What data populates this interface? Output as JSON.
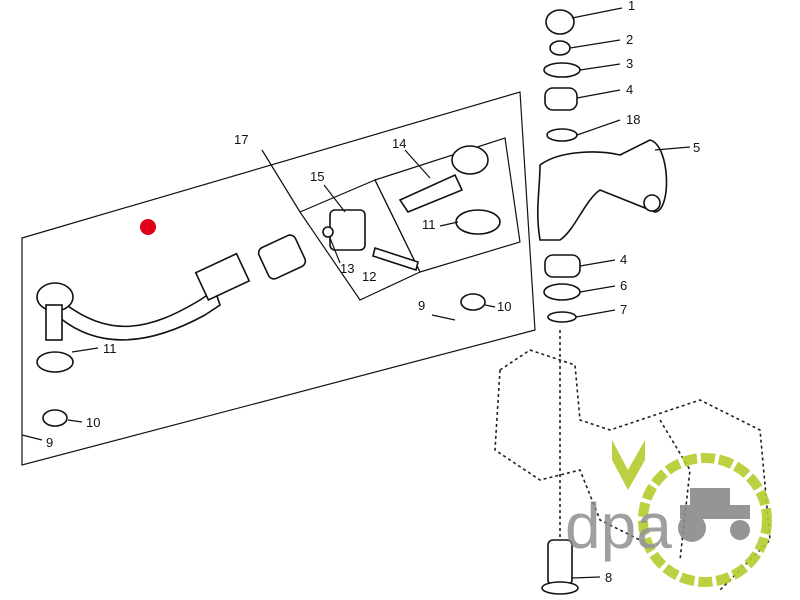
{
  "diagram": {
    "callouts": {
      "c1": "1",
      "c2": "2",
      "c3": "3",
      "c4a": "4",
      "c18": "18",
      "c5": "5",
      "c4b": "4",
      "c6": "6",
      "c7": "7",
      "c8": "8",
      "c17": "17",
      "c14": "14",
      "c15": "15",
      "c11a": "11",
      "c13": "13",
      "c12": "12",
      "c9a": "9",
      "c10a": "10",
      "c11b": "11",
      "c10b": "10",
      "c9b": "9"
    },
    "marker_color": "#e0001a"
  },
  "logo": {
    "text": "dpa",
    "accent_color": "#b5cc2e",
    "gray_color": "#8a8a8a"
  }
}
